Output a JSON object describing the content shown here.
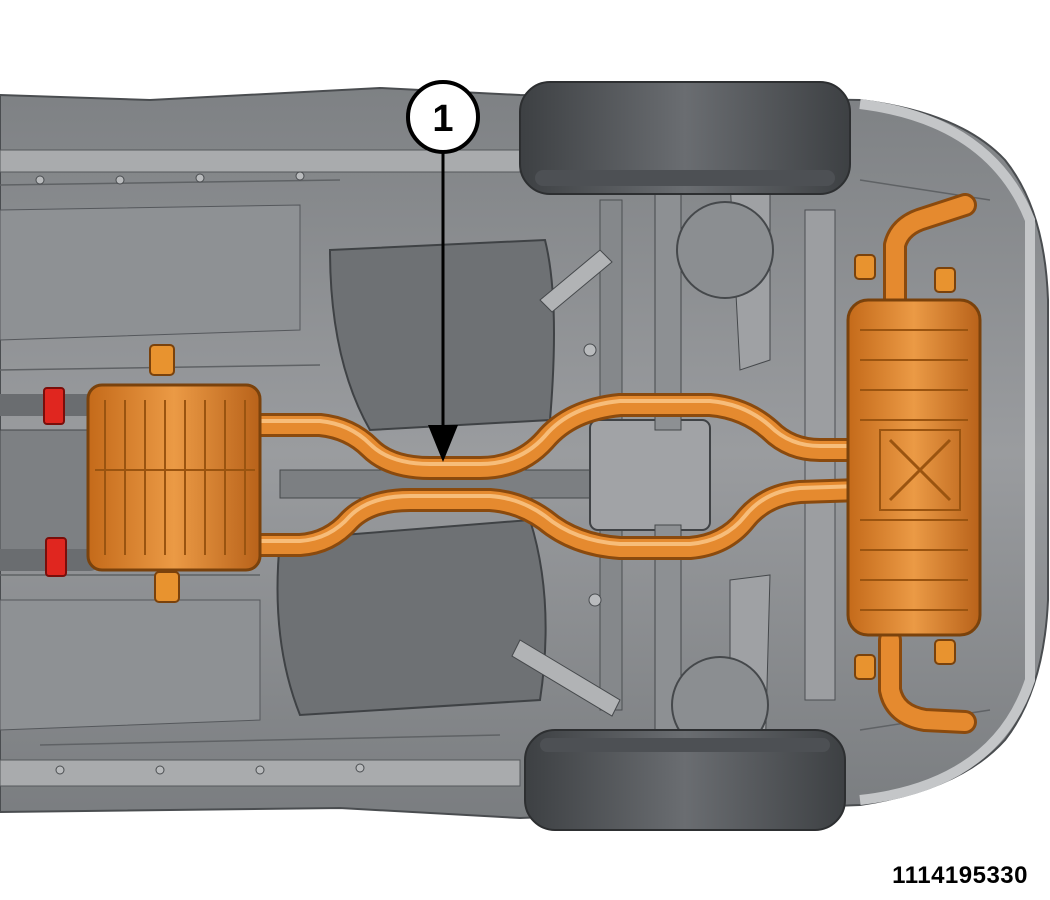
{
  "figure": {
    "id": "1114195330",
    "callouts": [
      {
        "number": "1",
        "target": "exhaust-pipe"
      }
    ]
  },
  "colors": {
    "exhaust": "#e2882e",
    "exhaust_dark": "#9a5410",
    "exhaust_light": "#f4b36a",
    "body": "#8a8d90",
    "body_dark": "#55585c",
    "body_light": "#b6b8ba",
    "tire": "#5b5e62",
    "tire_dark": "#3d4043",
    "clamp_red": "#e0261f"
  }
}
